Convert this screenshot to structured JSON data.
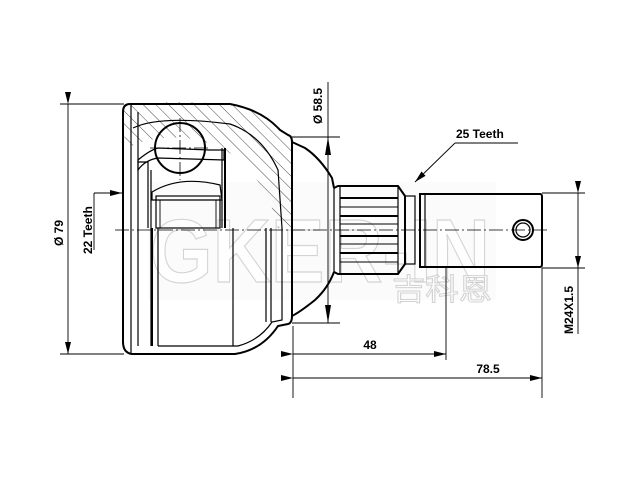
{
  "drawing": {
    "subject": "CV joint technical drawing",
    "dimensions": {
      "outer_diameter": "Ø 79",
      "inner_spline": "22 Teeth",
      "bell_diameter": "Ø 58.5",
      "outer_spline": "25 Teeth",
      "thread": "M24X1.5",
      "spline_length": "48",
      "total_length": "78.5"
    },
    "watermark": {
      "latin": "GKER-IN",
      "chinese": "吉科恩"
    },
    "colors": {
      "line": "#000000",
      "background": "#ffffff",
      "watermark_stroke": "#c8c8c8"
    }
  }
}
